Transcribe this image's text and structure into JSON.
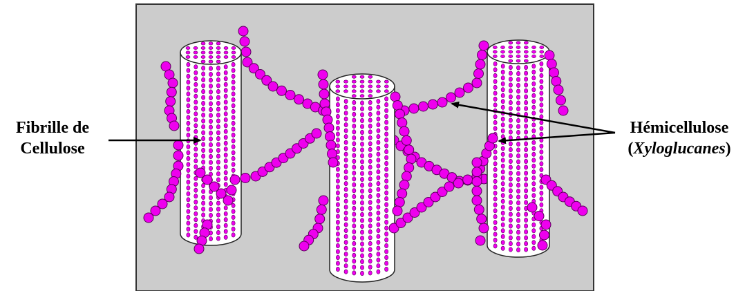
{
  "labels": {
    "cellulose_line1": "Fibrille de",
    "cellulose_line2": "Cellulose",
    "hemicellulose_line1": "Hémicellulose",
    "hemicellulose_paren_open": "(",
    "hemicellulose_italic": "Xyloglucanes",
    "hemicellulose_paren_close": ")"
  },
  "colors": {
    "background_panel": "#cccccc",
    "cylinder_fill": "#ffffff",
    "bead_fill": "#ee00ee",
    "bead_stroke": "#5a005a",
    "arrow": "#000000"
  },
  "fibril_count": 3,
  "hemicellulose_chain_count": 12
}
